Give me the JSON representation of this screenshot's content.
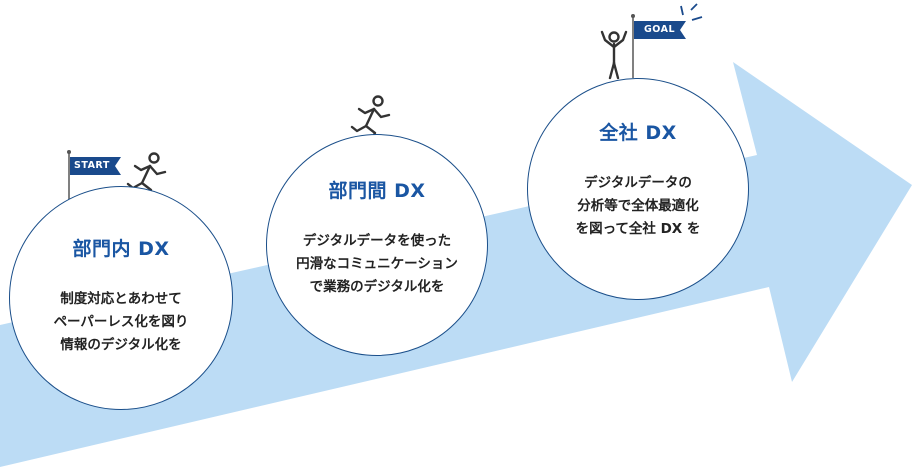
{
  "colors": {
    "arrow": "#bcdcf5",
    "circle_border": "#1b4f8a",
    "title": "#1a56a3",
    "text": "#222222",
    "flag": "#1a4a8c"
  },
  "steps": [
    {
      "title": "部門内 DX",
      "lines": [
        "制度対応とあわせて",
        "ペーパーレス化を図り",
        "情報のデジタル化を"
      ],
      "flag": "START",
      "icon": "running-person-icon"
    },
    {
      "title": "部門間 DX",
      "lines": [
        "デジタルデータを使った",
        "円滑なコミュニケーション",
        "で業務のデジタル化を"
      ],
      "icon": "running-person-icon"
    },
    {
      "title": "全社 DX",
      "lines": [
        "デジタルデータの",
        "分析等で全体最適化",
        "を図って全社 DX を"
      ],
      "flag": "GOAL",
      "icon": "celebrating-person-icon"
    }
  ]
}
